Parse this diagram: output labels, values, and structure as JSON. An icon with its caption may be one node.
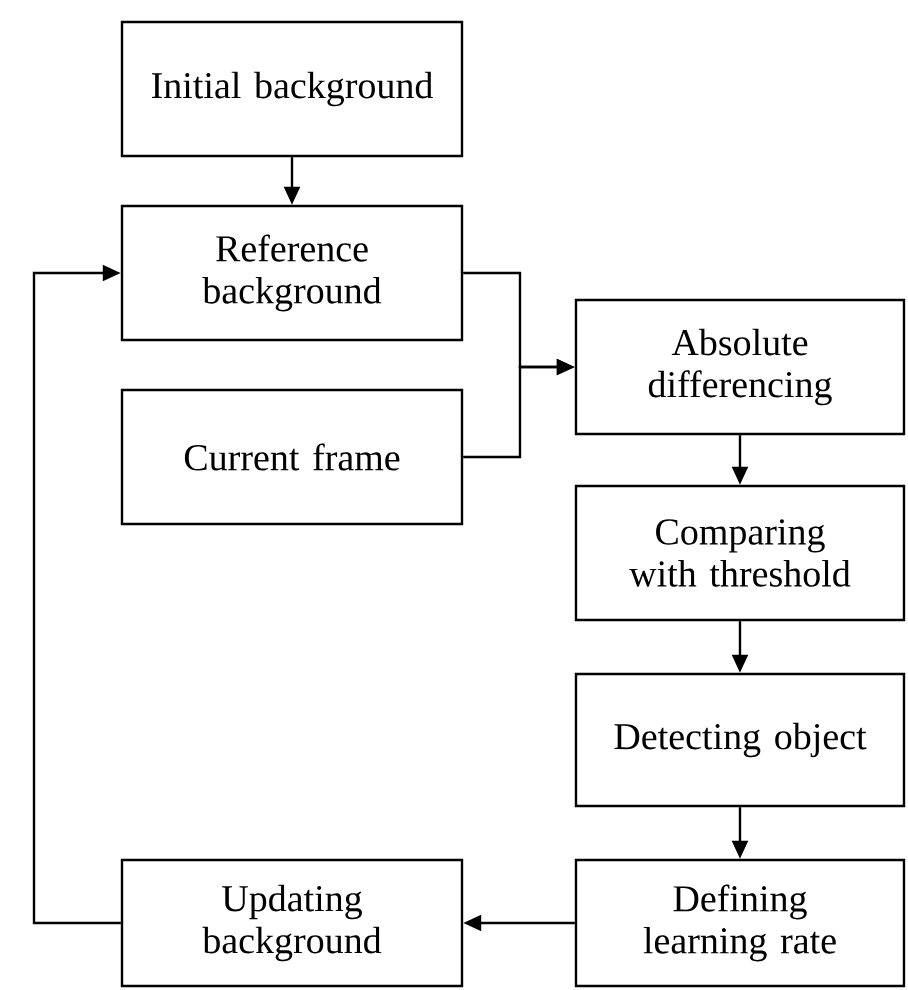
{
  "diagram": {
    "nodes": [
      {
        "text": [
          "Initial background"
        ]
      },
      {
        "text": [
          "Reference background"
        ]
      },
      {
        "text": [
          "Current frame"
        ]
      },
      {
        "text": [
          "Absolute differencing"
        ]
      },
      {
        "text": [
          "Comparing with threshold"
        ]
      },
      {
        "text": [
          "Detecting object"
        ]
      },
      {
        "text": [
          "Defining learning rate"
        ]
      },
      {
        "text": [
          "Updating background"
        ]
      }
    ],
    "edges": [
      {
        "from": 0,
        "to": 1,
        "arrow": "to"
      },
      {
        "from": 1,
        "to": 3,
        "arrow": "to"
      },
      {
        "from": 2,
        "to": 3,
        "arrow": "to"
      },
      {
        "from": 3,
        "to": 4,
        "arrow": "to"
      },
      {
        "from": 4,
        "to": 5,
        "arrow": "to"
      },
      {
        "from": 5,
        "to": 6,
        "arrow": "to"
      },
      {
        "from": 6,
        "to": 7,
        "arrow": "to"
      },
      {
        "from": 7,
        "to": 1,
        "arrow": "to"
      }
    ]
  }
}
